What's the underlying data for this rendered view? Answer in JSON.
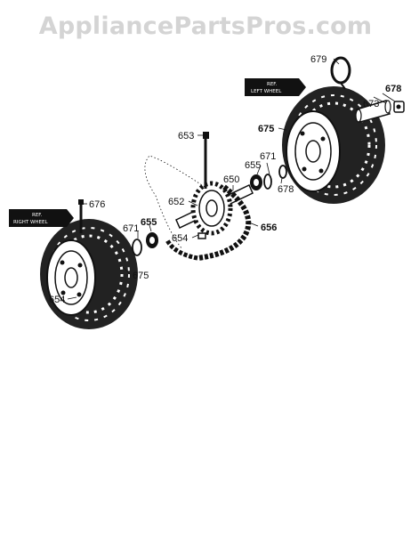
{
  "watermark": "AppliancePartsPros.com",
  "top_cut_text": "— · ——— ——— ·—",
  "callouts": {
    "p679": "679",
    "p678a": "678",
    "p673": "673",
    "p675a": "675",
    "p671a": "671",
    "p655a": "655",
    "p678b": "678",
    "p653": "653",
    "p650": "650",
    "p652": "652",
    "p654a": "654",
    "p656": "656",
    "p676": "676",
    "p671b": "671",
    "p655b": "655",
    "p675b": "675",
    "p654b": "654"
  },
  "ref_left": {
    "line1": "REF.",
    "line2": "LEFT WHEEL"
  },
  "ref_right": {
    "line1": "REF.",
    "line2": "RIGHT WHEEL"
  }
}
